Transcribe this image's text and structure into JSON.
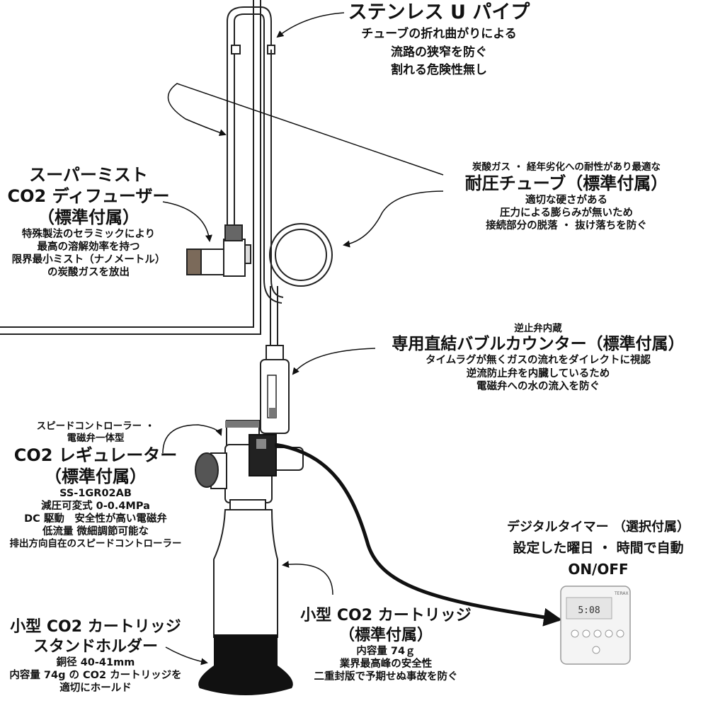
{
  "u_pipe": {
    "title": "ステンレス U パイプ",
    "lines": [
      "チューブの折れ曲がりによる",
      "流路の狭窄を防ぐ",
      "割れる危険性無し"
    ]
  },
  "tube": {
    "note": "炭酸ガス ・ 経年劣化への耐性があり最適な",
    "title": "耐圧チューブ（標準付属）",
    "lines": [
      "適切な硬さがある",
      "圧力による膨らみが無いため",
      "接続部分の脱落 ・ 抜け落ちを防ぐ"
    ]
  },
  "diffuser": {
    "title_lines": [
      "スーパーミスト",
      "CO2 ディフューザー",
      "（標準付属）"
    ],
    "lines": [
      "特殊製法のセラミックにより",
      "最高の溶解効率を持つ",
      "限界最小ミスト（ナノメートル）",
      "の炭酸ガスを放出"
    ]
  },
  "counter": {
    "note": "逆止弁内蔵",
    "title": "専用直結バブルカウンター（標準付属）",
    "lines": [
      "タイムラグが無くガスの流れをダイレクトに視認",
      "逆流防止弁を内臓しているため",
      "電磁弁への水の流入を防ぐ"
    ]
  },
  "regulator": {
    "note_lines": [
      "スピードコントローラー ・",
      "電磁弁一体型"
    ],
    "title_lines": [
      "CO2 レギュレーター",
      "（標準付属）"
    ],
    "lines": [
      "SS-1GR02AB",
      "減圧可変式 0-0.4MPa",
      "DC 駆動　安全性が高い電磁弁",
      "低流量  微細調節可能な",
      "排出方向自在のスピードコントローラー"
    ]
  },
  "timer": {
    "lines": [
      "デジタルタイマー （選択付属）",
      "設定した曜日 ・ 時間で自動",
      "ON/OFF"
    ],
    "display": "5:08",
    "brand": "TERAX"
  },
  "cartridge": {
    "title_lines": [
      "小型 CO2 カートリッジ",
      "（標準付属）"
    ],
    "lines": [
      "内容量 74ｇ",
      "業界最高峰の安全性",
      "二重封版で予期せぬ事故を防ぐ"
    ]
  },
  "holder": {
    "title_lines": [
      "小型 CO2 カートリッジ",
      "スタンドホルダー"
    ],
    "lines": [
      "銅径 40-41mm",
      "内容量 74g の CO2 カートリッジを",
      "適切にホールド"
    ]
  }
}
